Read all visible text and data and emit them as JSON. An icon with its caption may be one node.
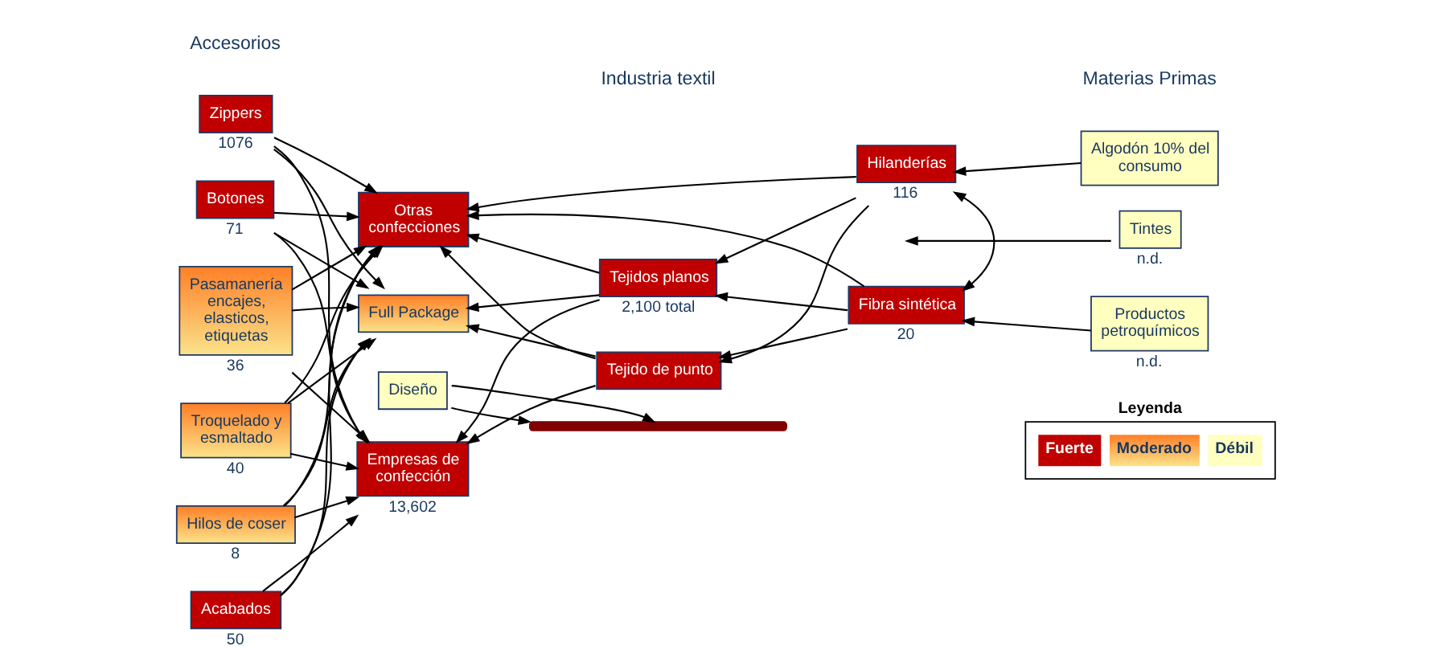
{
  "diagram": {
    "nodes": [
      {
        "text": [
          "Zippers"
        ],
        "beside": [
          "1076"
        ]
      },
      {
        "text": [
          "Botones"
        ],
        "beside": [
          "71"
        ]
      },
      {
        "text": [
          "Pasamanería encajes, elasticos, etiquetas"
        ],
        "beside": [
          "36"
        ]
      },
      {
        "text": [
          "Troquelado y esmaltado"
        ],
        "beside": [
          "40"
        ]
      },
      {
        "text": [
          "Hilos de coser"
        ],
        "beside": [
          "8"
        ]
      },
      {
        "text": [
          "Acabados"
        ],
        "beside": [
          "50"
        ]
      },
      {
        "text": [
          "Otras confecciones"
        ]
      },
      {
        "text": [
          "Full Package"
        ]
      },
      {
        "text": [
          "Empresas de confección"
        ],
        "beside": [
          "13,602"
        ]
      },
      {
        "text": [
          "Tejidos planos"
        ],
        "beside": [
          "2,100 total"
        ]
      },
      {
        "text": [
          "Tejido de punto"
        ]
      },
      {
        "text": [
          "Hilanderías"
        ],
        "beside": [
          "116"
        ]
      },
      {
        "text": [
          "Fibra sintética"
        ],
        "beside": [
          "20"
        ]
      },
      {
        "text": [
          "Algodón 10% del consumo"
        ]
      },
      {
        "text": [
          "Tintes"
        ],
        "beside": [
          "n.d."
        ]
      },
      {
        "text": [
          "Productos petroquímicos"
        ],
        "beside": [
          "n.d."
        ]
      },
      {
        "text": [],
        "shape": "bar"
      },
      {
        "text": [
          "Diseño"
        ]
      }
    ],
    "edges": [
      {
        "from": 0,
        "to": 6,
        "arrow": "to"
      },
      {
        "from": 0,
        "to": 7,
        "arrow": "to"
      },
      {
        "from": 0,
        "to": 8,
        "arrow": "to"
      },
      {
        "from": 1,
        "to": 6,
        "arrow": "to"
      },
      {
        "from": 1,
        "to": 7,
        "arrow": "to"
      },
      {
        "from": 1,
        "to": 8,
        "arrow": "to"
      },
      {
        "from": 2,
        "to": 6,
        "arrow": "to"
      },
      {
        "from": 2,
        "to": 7,
        "arrow": "to"
      },
      {
        "from": 2,
        "to": 8,
        "arrow": "to"
      },
      {
        "from": 3,
        "to": 6,
        "arrow": "to"
      },
      {
        "from": 3,
        "to": 7,
        "arrow": "to"
      },
      {
        "from": 3,
        "to": 8,
        "arrow": "to"
      },
      {
        "from": 4,
        "to": 6,
        "arrow": "to"
      },
      {
        "from": 4,
        "to": 7,
        "arrow": "to"
      },
      {
        "from": 4,
        "to": 8,
        "arrow": "to"
      },
      {
        "from": 5,
        "to": 6,
        "arrow": "to"
      },
      {
        "from": 5,
        "to": 7,
        "arrow": "to"
      },
      {
        "from": 5,
        "to": 8,
        "arrow": "to"
      },
      {
        "from": 9,
        "to": 6,
        "arrow": "to"
      },
      {
        "from": 9,
        "to": 7,
        "arrow": "to"
      },
      {
        "from": 9,
        "to": 8,
        "arrow": "to"
      },
      {
        "from": 10,
        "to": 6,
        "arrow": "to"
      },
      {
        "from": 10,
        "to": 7,
        "arrow": "to"
      },
      {
        "from": 10,
        "to": 8,
        "arrow": "to"
      },
      {
        "from": 11,
        "to": 6,
        "arrow": "to"
      },
      {
        "from": 11,
        "to": 9,
        "arrow": "to"
      },
      {
        "from": 11,
        "to": 10,
        "arrow": "to"
      },
      {
        "from": 12,
        "to": 6,
        "arrow": "to"
      },
      {
        "from": 12,
        "to": 9,
        "arrow": "to"
      },
      {
        "from": 12,
        "to": 10,
        "arrow": "to"
      },
      {
        "from": 13,
        "to": 11,
        "arrow": "to"
      },
      {
        "from": 11,
        "to": 12,
        "arrow": "both"
      },
      {
        "from": 14,
        "to": null,
        "arrow": "to"
      },
      {
        "from": 15,
        "to": 12,
        "arrow": "to"
      },
      {
        "from": 17,
        "to": 16,
        "arrow": "to"
      },
      {
        "from": 17,
        "to": 16,
        "arrow": "to"
      }
    ],
    "labels": [
      "Accesorios",
      "Industria textil",
      "Materias Primas",
      "Leyenda"
    ],
    "legend": [
      {
        "text": "Fuerte",
        "color": "#c00000"
      },
      {
        "text": "Moderado",
        "color": "#ff7f27"
      },
      {
        "text": "Débil",
        "color": "#ffffc0"
      }
    ]
  }
}
